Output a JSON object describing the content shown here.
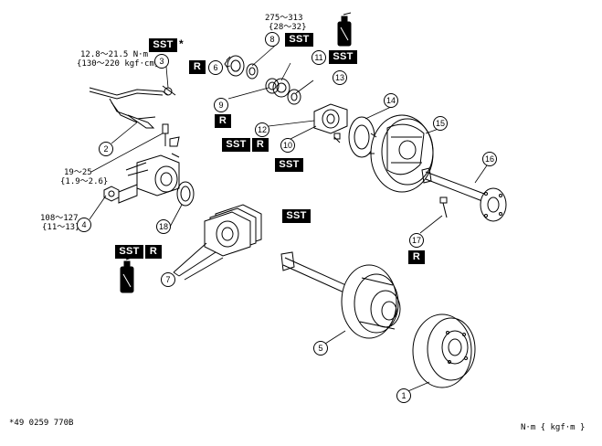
{
  "torque_labels": {
    "top": [
      "275～313",
      "{28～32}"
    ],
    "brake_line": [
      "12.8～21.5 N·m",
      "{130～220 kgf·cm}"
    ],
    "bolt": [
      "19～25",
      "{1.9～2.6}"
    ],
    "nut": [
      "108～127",
      "{11～13}"
    ]
  },
  "tags": {
    "sst": "SST",
    "r": "R",
    "asterisk": "*"
  },
  "callouts": [
    "1",
    "2",
    "3",
    "4",
    "5",
    "6",
    "7",
    "8",
    "9",
    "10",
    "11",
    "12",
    "13",
    "14",
    "15",
    "16",
    "17",
    "18"
  ],
  "footer": {
    "figure_code": "*49 0259 770B",
    "units": "N·m { kgf·m }"
  },
  "icons": {
    "sealant_can": "sealant-can-icon"
  }
}
